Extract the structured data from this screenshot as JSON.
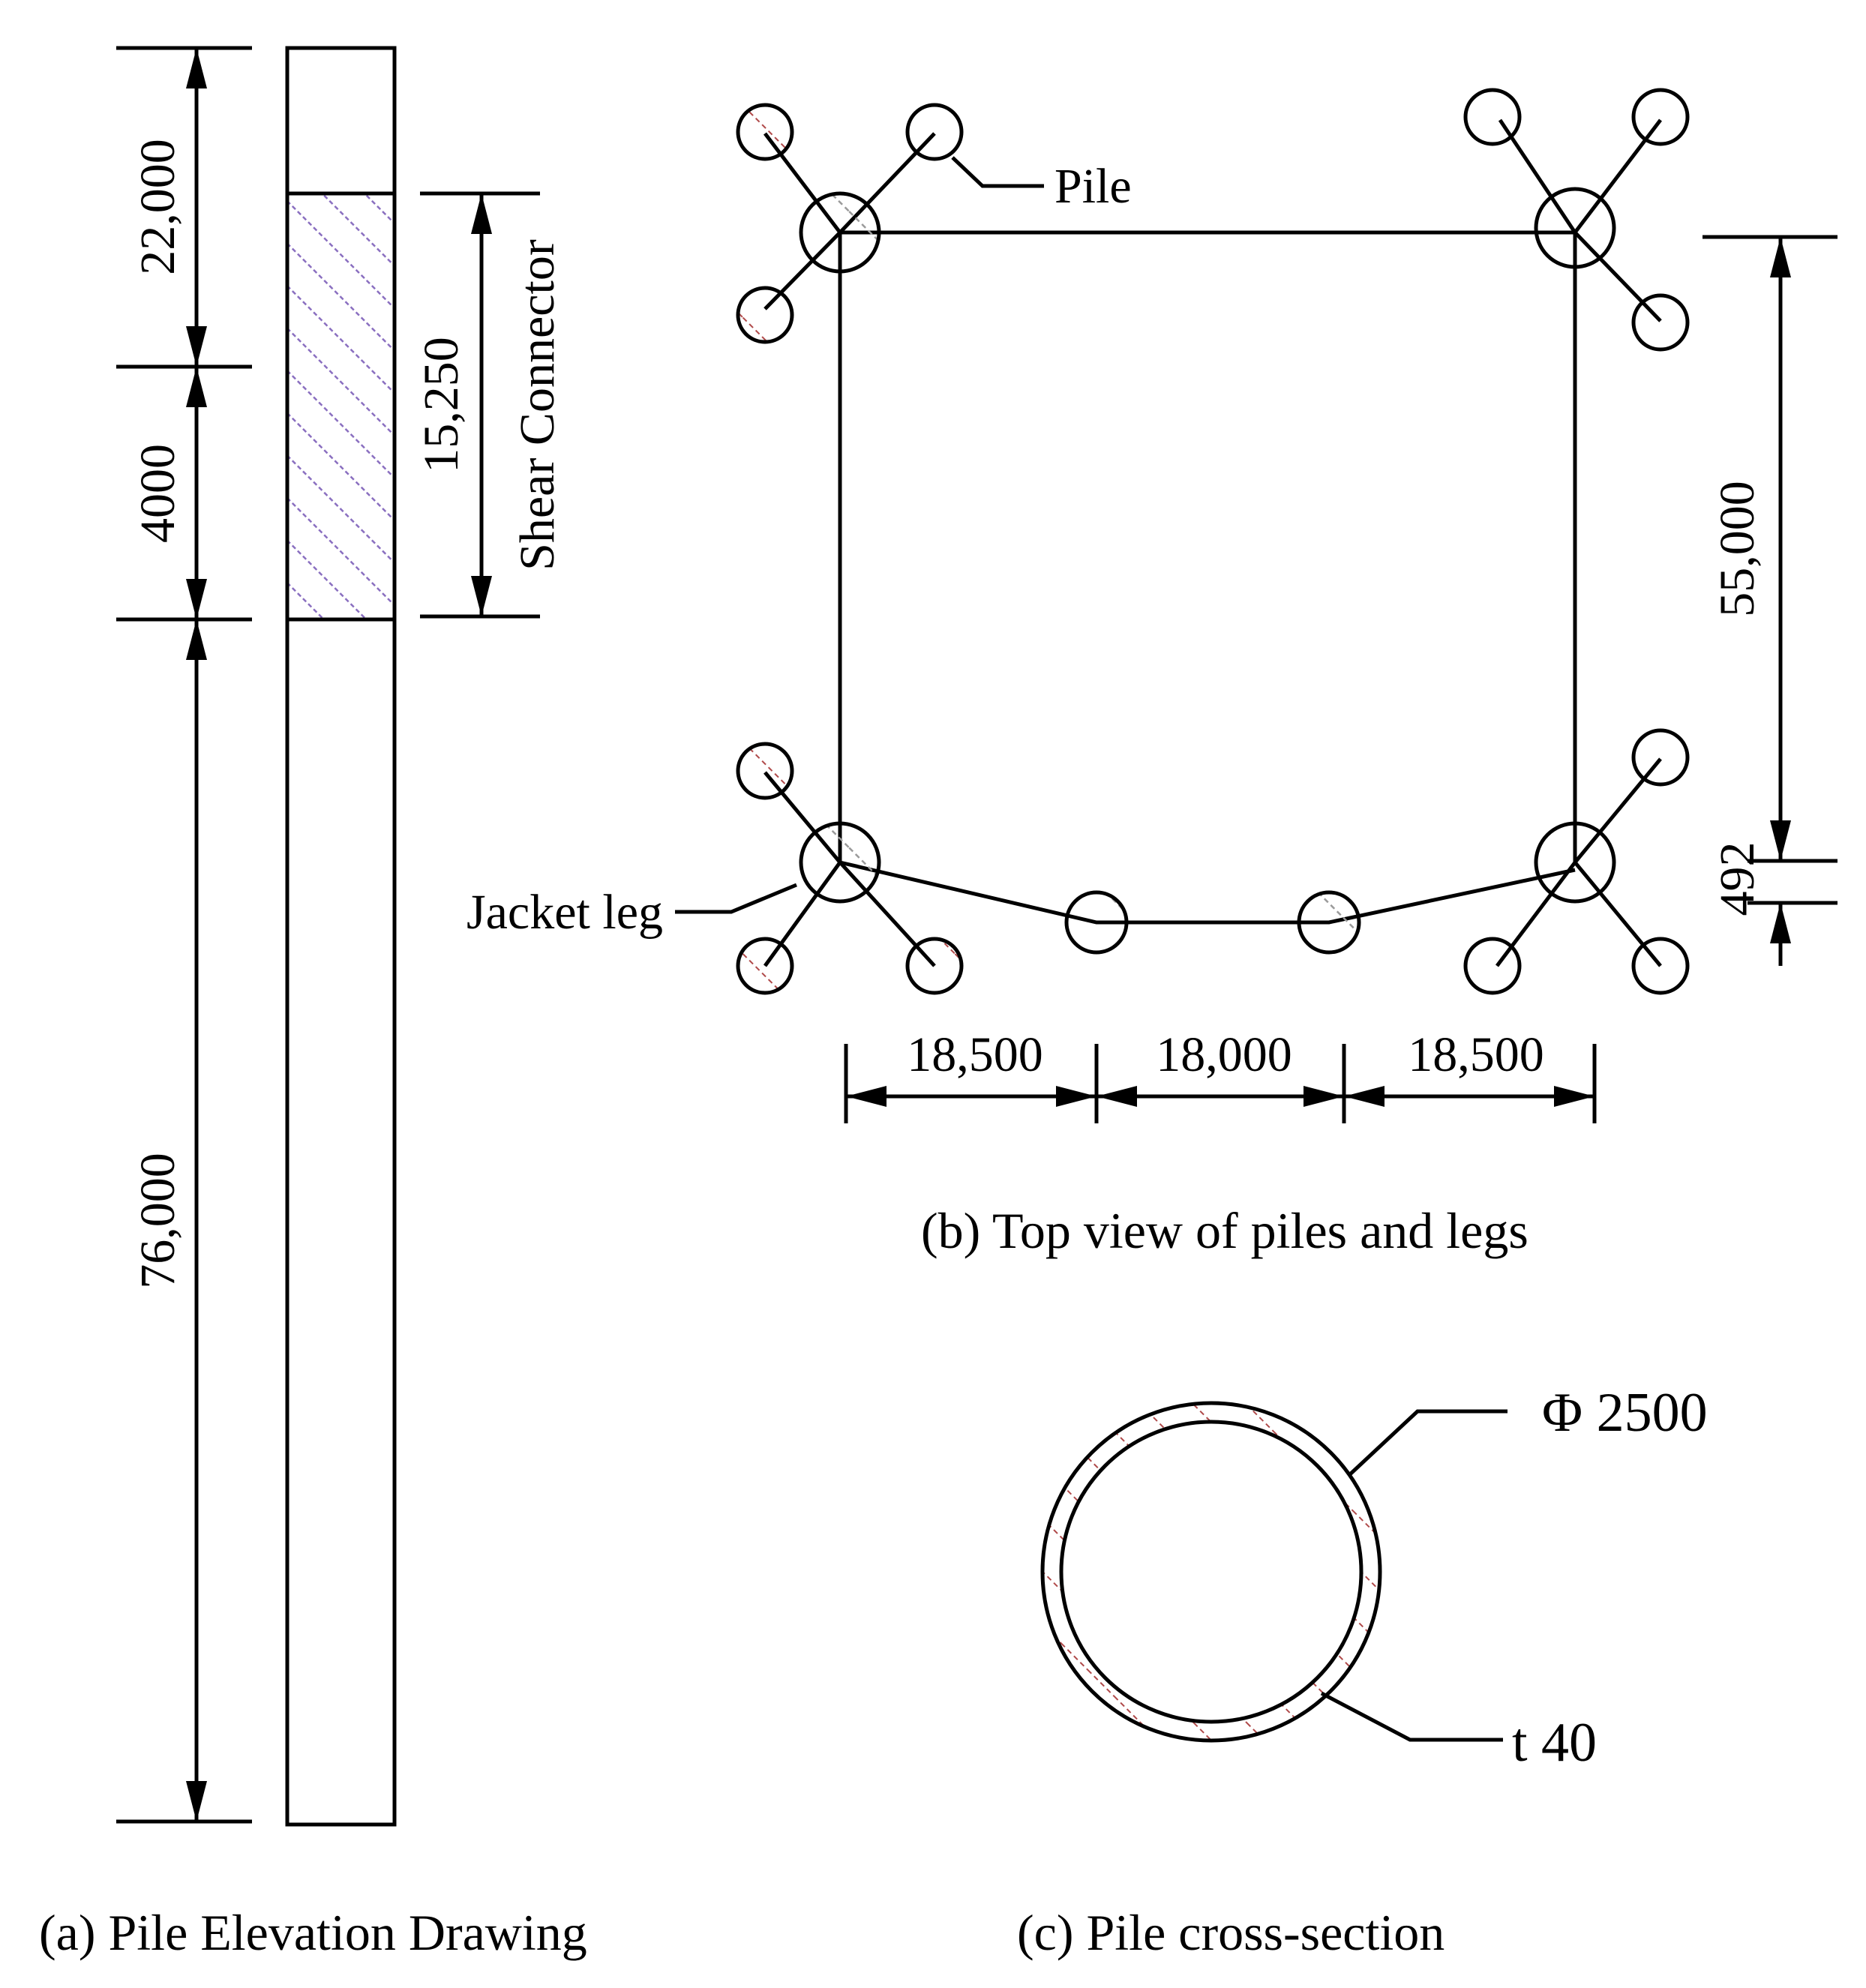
{
  "panel_a": {
    "dims": {
      "top": "22,000",
      "connector_zone": "4000",
      "lower": "76,000",
      "connector_length": "15,250"
    },
    "connector_label": "Shear Connector",
    "caption": "(a) Pile Elevation Drawing"
  },
  "panel_b": {
    "labels": {
      "pile": "Pile",
      "jacket_leg": "Jacket leg"
    },
    "dims": {
      "left": "18,500",
      "middle": "18,000",
      "right": "18,500",
      "height": "55,000",
      "offset": "492"
    },
    "caption": "(b) Top view of piles and legs"
  },
  "panel_c": {
    "labels": {
      "diameter": "Φ 2500",
      "thickness": "t 40"
    },
    "caption": "(c) Pile cross-section"
  },
  "colors": {
    "line": "#000000",
    "connector_hatch": "#8a6fc0",
    "pile_hatch": "#b04a4a",
    "leg_hatch": "#9a9a9a"
  }
}
